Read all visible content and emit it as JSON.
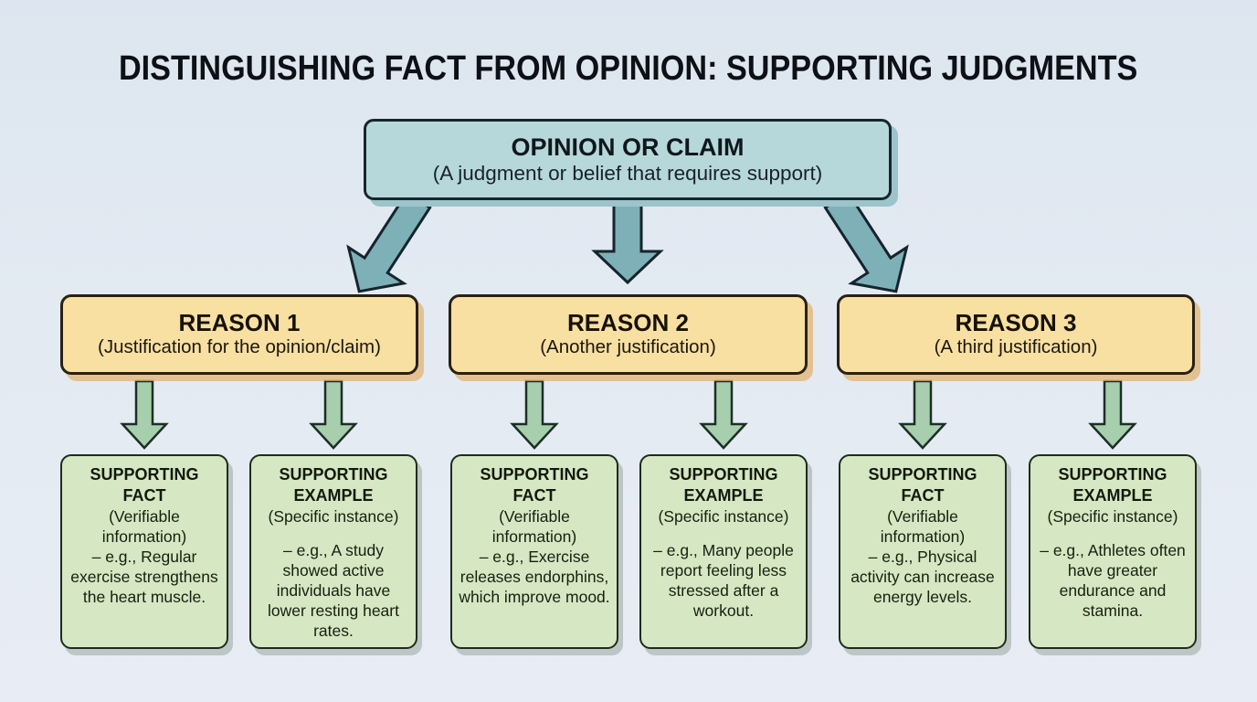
{
  "title": "DISTINGUISHING FACT FROM OPINION: SUPPORTING JUDGMENTS",
  "root": {
    "heading": "OPINION OR CLAIM",
    "subtitle": "(A judgment or belief that requires support)"
  },
  "reasons": [
    {
      "heading": "REASON 1",
      "subtitle": "(Justification for the opinion/claim)"
    },
    {
      "heading": "REASON 2",
      "subtitle": "(Another justification)"
    },
    {
      "heading": "REASON 3",
      "subtitle": "(A third justification)"
    }
  ],
  "supports": [
    {
      "heading": "SUPPORTING FACT",
      "subtitle": "(Verifiable information)",
      "body": "– e.g., Regular exercise strengthens the heart muscle."
    },
    {
      "heading": "SUPPORTING EXAMPLE",
      "subtitle": "(Specific instance)",
      "body": "– e.g., A study showed active individuals have lower resting heart rates."
    },
    {
      "heading": "SUPPORTING FACT",
      "subtitle": "(Verifiable information)",
      "body": "– e.g., Exercise releases endorphins, which improve mood."
    },
    {
      "heading": "SUPPORTING EXAMPLE",
      "subtitle": "(Specific instance)",
      "body": "– e.g., Many people report feeling less stressed after a workout."
    },
    {
      "heading": "SUPPORTING FACT",
      "subtitle": "(Verifiable information)",
      "body": "– e.g., Physical activity can increase energy levels."
    },
    {
      "heading": "SUPPORTING EXAMPLE",
      "subtitle": "(Specific instance)",
      "body": "– e.g., Athletes often have greater endurance and stamina."
    }
  ],
  "colors": {
    "background": "#e3eaf2",
    "opinion_box_fill": "#b6d8db",
    "reason_box_fill": "#f8dfa2",
    "support_box_fill": "#d6e7c3",
    "big_arrow_fill": "#7eb0b8",
    "small_arrow_fill": "#a7cfad",
    "border_dark": "#1c2520"
  }
}
